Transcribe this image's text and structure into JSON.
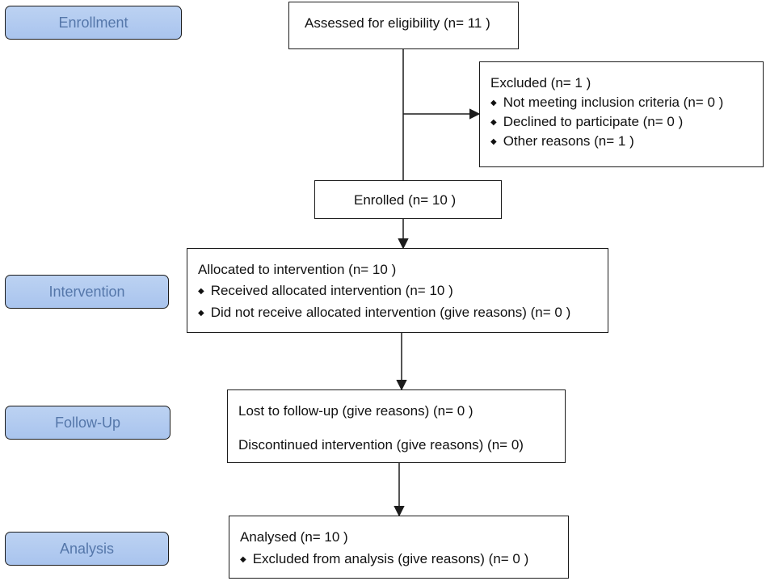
{
  "stages": {
    "enrollment": "Enrollment",
    "intervention": "Intervention",
    "followup": "Follow-Up",
    "analysis": "Analysis"
  },
  "boxes": {
    "assessed": "Assessed for eligibility (n= 11 )",
    "excluded": {
      "title": "Excluded  (n= 1  )",
      "items": [
        "Not meeting inclusion criteria (n= 0 )",
        "Declined to participate (n= 0 )",
        "Other reasons (n= 1 )"
      ]
    },
    "enrolled": "Enrolled (n= 10 )",
    "allocated": {
      "title": "Allocated to intervention (n= 10 )",
      "items": [
        "Received allocated intervention (n= 10 )",
        "Did not receive allocated intervention (give reasons) (n= 0 )"
      ]
    },
    "followup": {
      "lost": "Lost to follow-up (give reasons) (n= 0 )",
      "discontinued": "Discontinued intervention (give reasons) (n=  0)"
    },
    "analysed": {
      "title": "Analysed  (n= 10 )",
      "items": [
        "Excluded from analysis (give reasons) (n= 0 )"
      ]
    }
  },
  "bullet_symbol": "◆"
}
